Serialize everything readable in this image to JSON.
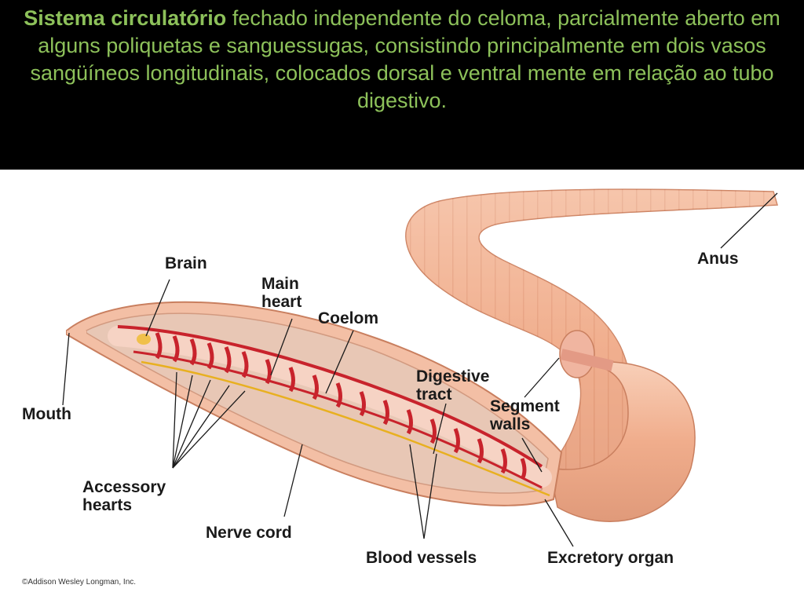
{
  "slide": {
    "title_bold": "Sistema circulatório",
    "title_rest": " fechado independente do celoma, parcialmente aberto em alguns poliquetas e sanguessugas, consistindo principalmente em dois vasos sangüíneos longitudinais, colocados dorsal e ventral mente em relação ao tubo digestivo.",
    "text_color": "#8dc15a",
    "background": "#000000"
  },
  "diagram": {
    "labels": {
      "brain": "Brain",
      "main_heart_1": "Main",
      "main_heart_2": "heart",
      "coelom": "Coelom",
      "anus": "Anus",
      "mouth": "Mouth",
      "digestive_tract_1": "Digestive",
      "digestive_tract_2": "tract",
      "segment_walls_1": "Segment",
      "segment_walls_2": "walls",
      "accessory_hearts_1": "Accessory",
      "accessory_hearts_2": "hearts",
      "nerve_cord": "Nerve cord",
      "blood_vessels": "Blood vessels",
      "excretory_organ": "Excretory organ"
    },
    "copyright": "©Addison Wesley Longman, Inc.",
    "colors": {
      "worm_skin": "#f2b394",
      "worm_ring": "#dd8f6e",
      "vessels": "#c8232c",
      "nerve": "#e8b020"
    }
  }
}
